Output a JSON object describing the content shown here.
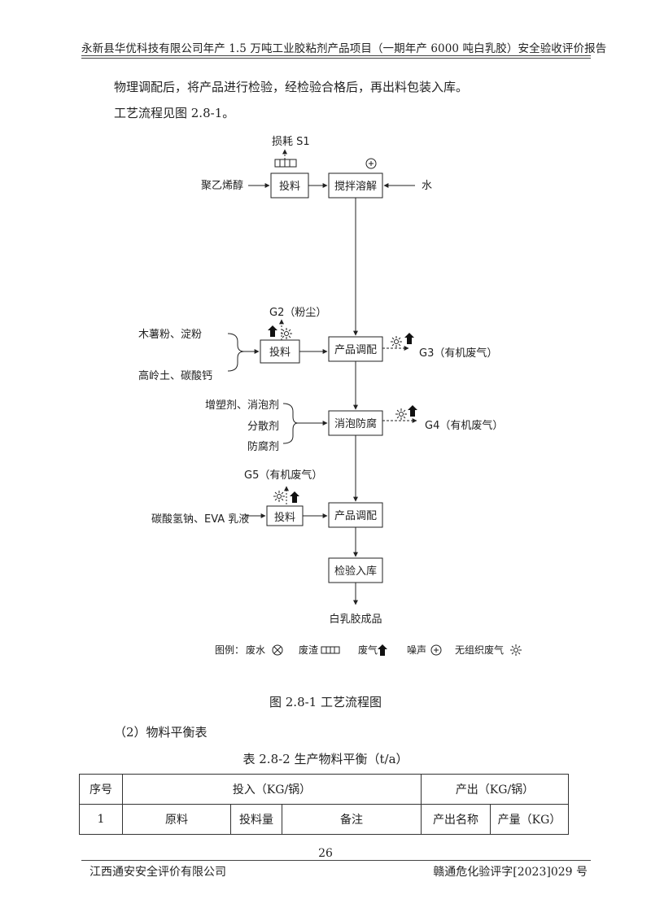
{
  "header": {
    "title": "永新县华优科技有限公司年产 1.5 万吨工业胶粘剂产品项目（一期年产 6000 吨白乳胶）安全验收评价报告"
  },
  "body": {
    "paragraph1": "物理调配后，将产品进行检验，经检验合格后，再出料包装入库。",
    "paragraph2": "工艺流程见图 2.8-1。"
  },
  "flowchart": {
    "inputs": {
      "pva": "聚乙烯醇",
      "water": "水",
      "starch_group_1": "木薯粉、淀粉",
      "starch_group_2": "高岭土、碳酸钙",
      "additives_1": "增塑剂、消泡剂",
      "additives_2": "分散剂",
      "additives_3": "防腐剂",
      "final_input": "碳酸氢钠、EVA 乳液"
    },
    "boxes": {
      "feed_1": "投料",
      "dissolve": "搅拌溶解",
      "feed_2": "投料",
      "blend_1": "产品调配",
      "defoam": "消泡防腐",
      "feed_3": "投料",
      "blend_2": "产品调配",
      "inspect": "检验入库"
    },
    "emissions": {
      "s1": "损耗 S1",
      "g2": "G2（粉尘）",
      "g3": "G3（有机废气）",
      "g4": "G4（有机废气）",
      "g5": "G5（有机废气）"
    },
    "product": "白乳胶成品",
    "legend": {
      "prefix": "图例：",
      "wastewater": "废水",
      "slag": "废渣",
      "gas": "废气",
      "noise": "噪声",
      "fugitive": "无组织废气"
    }
  },
  "figure_caption": "图 2.8-1 工艺流程图",
  "subsection": "（2）物料平衡表",
  "table": {
    "title": "表 2.8-2 生产物料平衡（t/a）",
    "header_no": "序号",
    "header_input": "投入（KG/锅）",
    "header_output": "产出（KG/锅）",
    "row_no": "1",
    "col_material": "原料",
    "col_qty": "投料量",
    "col_note": "备注",
    "col_out_name": "产出名称",
    "col_out_qty": "产量（KG）"
  },
  "page_number": "26",
  "footer": {
    "left": "江西通安安全评价有限公司",
    "right": "赣通危化验评字[2023]029 号"
  }
}
